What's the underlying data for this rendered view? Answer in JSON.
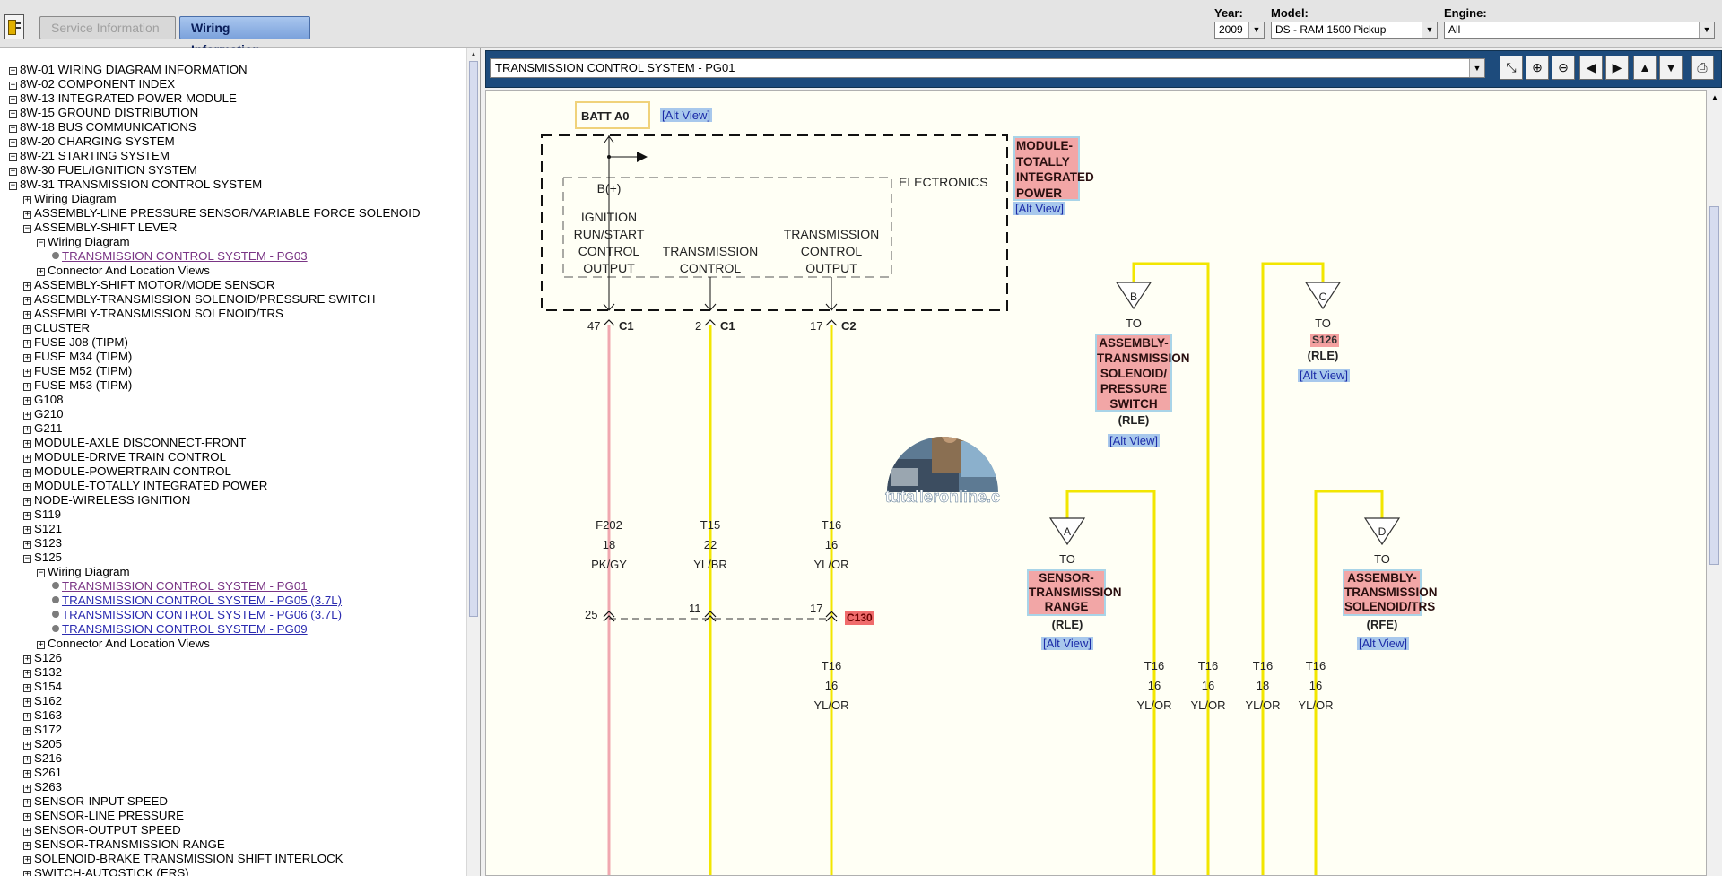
{
  "tabs": {
    "service": "Service Information",
    "wiring": "Wiring Information"
  },
  "vehicle": {
    "year_label": "Year:",
    "year_value": "2009",
    "model_label": "Model:",
    "model_value": "DS - RAM 1500 Pickup",
    "engine_label": "Engine:",
    "engine_value": "All"
  },
  "tree": [
    {
      "label": "8W-01 WIRING DIAGRAM INFORMATION",
      "level": 0,
      "type": "plus"
    },
    {
      "label": "8W-02 COMPONENT INDEX",
      "level": 0,
      "type": "plus"
    },
    {
      "label": "8W-13 INTEGRATED POWER MODULE",
      "level": 0,
      "type": "plus"
    },
    {
      "label": "8W-15 GROUND DISTRIBUTION",
      "level": 0,
      "type": "plus"
    },
    {
      "label": "8W-18 BUS COMMUNICATIONS",
      "level": 0,
      "type": "plus"
    },
    {
      "label": "8W-20 CHARGING SYSTEM",
      "level": 0,
      "type": "plus"
    },
    {
      "label": "8W-21 STARTING SYSTEM",
      "level": 0,
      "type": "plus"
    },
    {
      "label": "8W-30 FUEL/IGNITION SYSTEM",
      "level": 0,
      "type": "plus"
    },
    {
      "label": "8W-31 TRANSMISSION CONTROL SYSTEM",
      "level": 0,
      "type": "minus"
    },
    {
      "label": "Wiring Diagram",
      "level": 1,
      "type": "plus"
    },
    {
      "label": "ASSEMBLY-LINE PRESSURE SENSOR/VARIABLE FORCE SOLENOID",
      "level": 1,
      "type": "plus"
    },
    {
      "label": "ASSEMBLY-SHIFT LEVER",
      "level": 1,
      "type": "minus"
    },
    {
      "label": "Wiring Diagram",
      "level": 2,
      "type": "minus"
    },
    {
      "label": "TRANSMISSION CONTROL SYSTEM - PG03",
      "level": 3,
      "type": "visited"
    },
    {
      "label": "Connector And Location Views",
      "level": 2,
      "type": "plus"
    },
    {
      "label": "ASSEMBLY-SHIFT MOTOR/MODE SENSOR",
      "level": 1,
      "type": "plus"
    },
    {
      "label": "ASSEMBLY-TRANSMISSION SOLENOID/PRESSURE SWITCH",
      "level": 1,
      "type": "plus"
    },
    {
      "label": "ASSEMBLY-TRANSMISSION SOLENOID/TRS",
      "level": 1,
      "type": "plus"
    },
    {
      "label": "CLUSTER",
      "level": 1,
      "type": "plus"
    },
    {
      "label": "FUSE J08 (TIPM)",
      "level": 1,
      "type": "plus"
    },
    {
      "label": "FUSE M34 (TIPM)",
      "level": 1,
      "type": "plus"
    },
    {
      "label": "FUSE M52 (TIPM)",
      "level": 1,
      "type": "plus"
    },
    {
      "label": "FUSE M53 (TIPM)",
      "level": 1,
      "type": "plus"
    },
    {
      "label": "G108",
      "level": 1,
      "type": "plus"
    },
    {
      "label": "G210",
      "level": 1,
      "type": "plus"
    },
    {
      "label": "G211",
      "level": 1,
      "type": "plus"
    },
    {
      "label": "MODULE-AXLE DISCONNECT-FRONT",
      "level": 1,
      "type": "plus"
    },
    {
      "label": "MODULE-DRIVE TRAIN CONTROL",
      "level": 1,
      "type": "plus"
    },
    {
      "label": "MODULE-POWERTRAIN CONTROL",
      "level": 1,
      "type": "plus"
    },
    {
      "label": "MODULE-TOTALLY INTEGRATED POWER",
      "level": 1,
      "type": "plus"
    },
    {
      "label": "NODE-WIRELESS IGNITION",
      "level": 1,
      "type": "plus"
    },
    {
      "label": "S119",
      "level": 1,
      "type": "plus"
    },
    {
      "label": "S121",
      "level": 1,
      "type": "plus"
    },
    {
      "label": "S123",
      "level": 1,
      "type": "plus"
    },
    {
      "label": "S125",
      "level": 1,
      "type": "minus"
    },
    {
      "label": "Wiring Diagram",
      "level": 2,
      "type": "minus"
    },
    {
      "label": "TRANSMISSION CONTROL SYSTEM - PG01",
      "level": 3,
      "type": "visited"
    },
    {
      "label": "TRANSMISSION CONTROL SYSTEM - PG05 (3.7L)",
      "level": 3,
      "type": "link"
    },
    {
      "label": "TRANSMISSION CONTROL SYSTEM - PG06 (3.7L)",
      "level": 3,
      "type": "link"
    },
    {
      "label": "TRANSMISSION CONTROL SYSTEM - PG09",
      "level": 3,
      "type": "link"
    },
    {
      "label": "Connector And Location Views",
      "level": 2,
      "type": "plus"
    },
    {
      "label": "S126",
      "level": 1,
      "type": "plus"
    },
    {
      "label": "S132",
      "level": 1,
      "type": "plus"
    },
    {
      "label": "S154",
      "level": 1,
      "type": "plus"
    },
    {
      "label": "S162",
      "level": 1,
      "type": "plus"
    },
    {
      "label": "S163",
      "level": 1,
      "type": "plus"
    },
    {
      "label": "S172",
      "level": 1,
      "type": "plus"
    },
    {
      "label": "S205",
      "level": 1,
      "type": "plus"
    },
    {
      "label": "S216",
      "level": 1,
      "type": "plus"
    },
    {
      "label": "S261",
      "level": 1,
      "type": "plus"
    },
    {
      "label": "S263",
      "level": 1,
      "type": "plus"
    },
    {
      "label": "SENSOR-INPUT SPEED",
      "level": 1,
      "type": "plus"
    },
    {
      "label": "SENSOR-LINE PRESSURE",
      "level": 1,
      "type": "plus"
    },
    {
      "label": "SENSOR-OUTPUT SPEED",
      "level": 1,
      "type": "plus"
    },
    {
      "label": "SENSOR-TRANSMISSION RANGE",
      "level": 1,
      "type": "plus"
    },
    {
      "label": "SOLENOID-BRAKE TRANSMISSION SHIFT INTERLOCK",
      "level": 1,
      "type": "plus"
    },
    {
      "label": "SWITCH-AUTOSTICK (ERS)",
      "level": 1,
      "type": "plus"
    }
  ],
  "diagram_select": "TRANSMISSION CONTROL SYSTEM - PG01",
  "toolbar_icons": [
    "fit-icon",
    "zoom-in-icon",
    "zoom-out-icon",
    "arrow-left-icon",
    "arrow-right-icon",
    "arrow-up-icon",
    "arrow-down-icon",
    "print-icon"
  ],
  "diagram": {
    "alt_view": "[Alt View]",
    "batt": "BATT A0",
    "electronics": "ELECTRONICS",
    "bplus": "B(+)",
    "out1": [
      "IGNITION",
      "RUN/START",
      "CONTROL",
      "OUTPUT"
    ],
    "out2": [
      "TRANSMISSION",
      "CONTROL"
    ],
    "out3": [
      "TRANSMISSION",
      "CONTROL",
      "OUTPUT"
    ],
    "module": [
      "MODULE-",
      "TOTALLY",
      "INTEGRATED",
      "POWER"
    ],
    "pins": [
      {
        "num": "47",
        "conn": "C1"
      },
      {
        "num": "2",
        "conn": "C1"
      },
      {
        "num": "17",
        "conn": "C2"
      }
    ],
    "wires": [
      {
        "circuit": "F202",
        "gauge": "18",
        "color": "PK/GY"
      },
      {
        "circuit": "T15",
        "gauge": "22",
        "color": "YL/BR"
      },
      {
        "circuit": "T16",
        "gauge": "16",
        "color": "YL/OR"
      }
    ],
    "c130_pins": [
      "25",
      "11",
      "17"
    ],
    "c130": "C130",
    "lower_wire": {
      "circuit": "T16",
      "gauge": "16",
      "color": "YL/OR"
    },
    "to": "TO",
    "ref_b": {
      "letter": "B",
      "lines": [
        "ASSEMBLY-",
        "TRANSMISSION",
        "SOLENOID/",
        "PRESSURE",
        "SWITCH"
      ],
      "note": "(RLE)"
    },
    "ref_c": {
      "letter": "C",
      "ref": "S126",
      "note": "(RLE)"
    },
    "ref_a": {
      "letter": "A",
      "lines": [
        "SENSOR-",
        "TRANSMISSION",
        "RANGE"
      ],
      "note": "(RLE)"
    },
    "ref_d": {
      "letter": "D",
      "lines": [
        "ASSEMBLY-",
        "TRANSMISSION",
        "SOLENOID/TRS"
      ],
      "note": "(RFE)"
    },
    "bottom_wires": [
      {
        "circuit": "T16",
        "gauge": "16",
        "color": "YL/OR"
      },
      {
        "circuit": "T16",
        "gauge": "16",
        "color": "YL/OR"
      },
      {
        "circuit": "T16",
        "gauge": "18",
        "color": "YL/OR"
      },
      {
        "circuit": "T16",
        "gauge": "16",
        "color": "YL/OR"
      }
    ],
    "watermark": "tutalleronline.c"
  },
  "colors": {
    "wire_yellow": "#f2e600",
    "wire_pink": "#f0a8b0",
    "panel_blue": "#1d4b7c"
  }
}
